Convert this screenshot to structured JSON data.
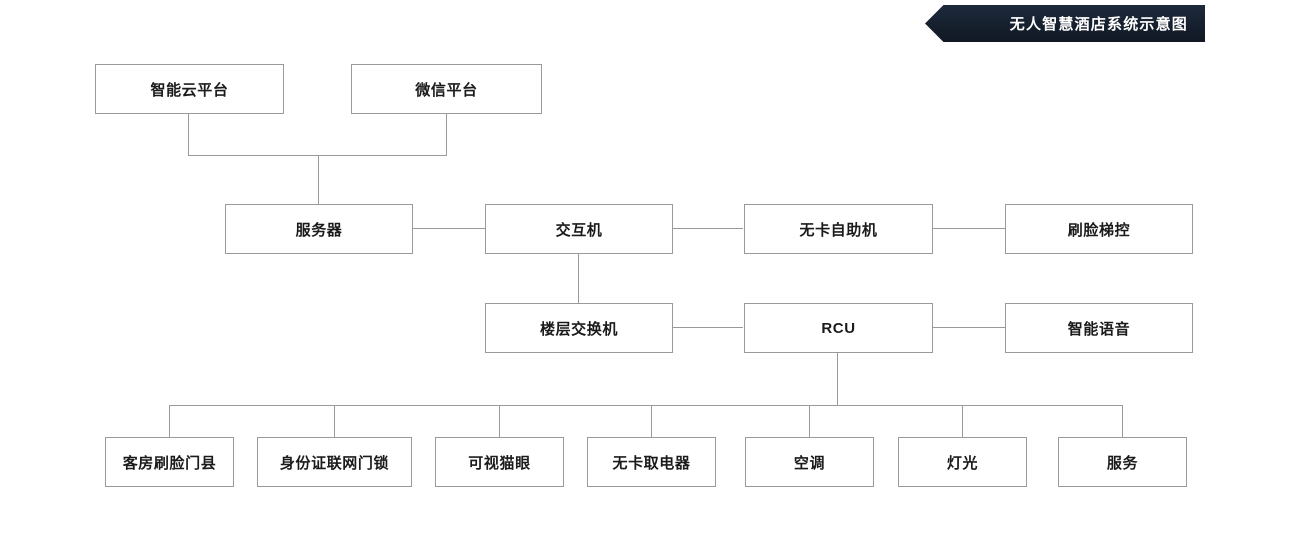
{
  "banner": {
    "title": "无人智慧酒店系统示意图",
    "background_color": "#16202e",
    "text_color": "#ffffff"
  },
  "diagram": {
    "background_color": "#ffffff",
    "node_border_color": "#9a9a9a",
    "node_fill_color": "#ffffff",
    "node_text_color": "#1b1b1b",
    "connector_color": "#9a9a9a",
    "rows": [
      {
        "name": "platform-row",
        "nodes": [
          {
            "id": "cloud-platform",
            "label": "智能云平台"
          },
          {
            "id": "wechat-platform",
            "label": "微信平台"
          }
        ]
      },
      {
        "name": "core-row",
        "nodes": [
          {
            "id": "server",
            "label": "服务器"
          },
          {
            "id": "interaction-machine",
            "label": "交互机"
          },
          {
            "id": "cardless-kiosk",
            "label": "无卡自助机"
          },
          {
            "id": "face-elevator-control",
            "label": "刷脸梯控"
          }
        ]
      },
      {
        "name": "floor-row",
        "nodes": [
          {
            "id": "floor-switch",
            "label": "楼层交换机"
          },
          {
            "id": "rcu",
            "label": "RCU"
          },
          {
            "id": "smart-voice",
            "label": "智能语音"
          }
        ]
      },
      {
        "name": "device-row",
        "nodes": [
          {
            "id": "room-face-door",
            "label": "客房刷脸门县"
          },
          {
            "id": "id-network-lock",
            "label": "身份证联网门锁"
          },
          {
            "id": "video-peephole",
            "label": "可视猫眼"
          },
          {
            "id": "cardless-power",
            "label": "无卡取电器"
          },
          {
            "id": "air-conditioner",
            "label": "空调"
          },
          {
            "id": "lighting",
            "label": "灯光"
          },
          {
            "id": "service",
            "label": "服务"
          }
        ]
      }
    ]
  }
}
